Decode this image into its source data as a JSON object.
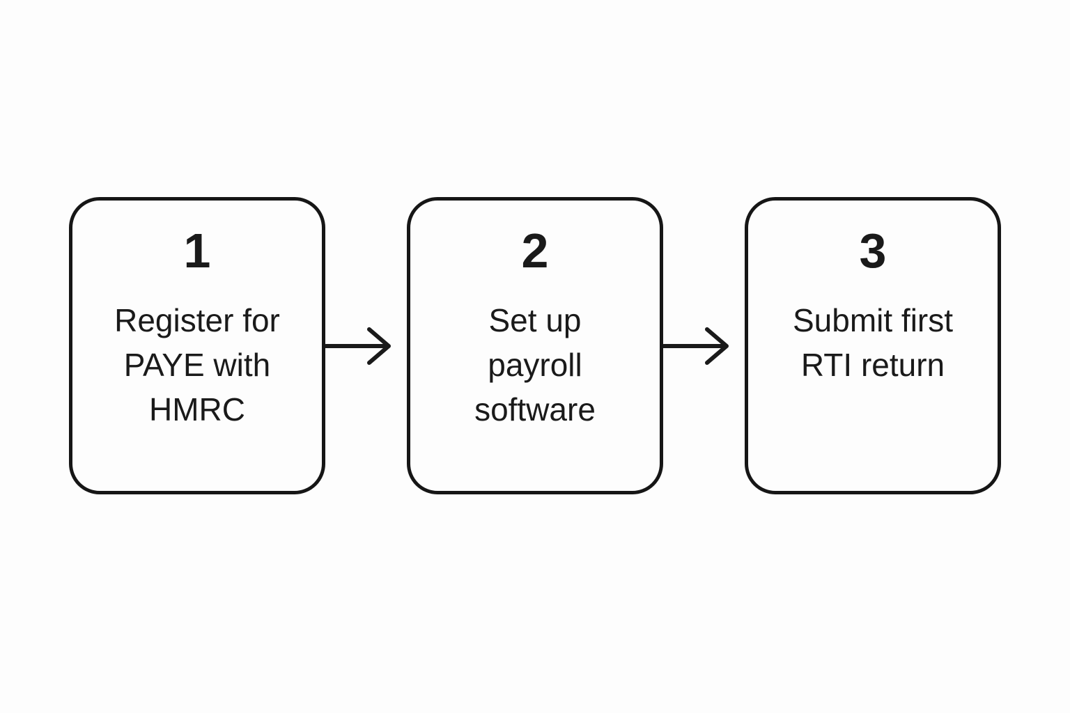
{
  "diagram": {
    "type": "flowchart",
    "direction": "left-to-right",
    "steps": [
      {
        "number": "1",
        "label": "Register for\nPAYE with\nHMRC"
      },
      {
        "number": "2",
        "label": "Set up\npayroll\nsoftware"
      },
      {
        "number": "3",
        "label": "Submit first\nRTI return"
      }
    ],
    "connectors": [
      {
        "from": "1",
        "to": "2",
        "icon": "right-arrow"
      },
      {
        "from": "2",
        "to": "3",
        "icon": "right-arrow"
      }
    ],
    "colors": {
      "ink": "#1a1a1a",
      "box_border": "#161616",
      "box_fill": "#fdfdfd",
      "background": "#fdfdfd"
    }
  }
}
